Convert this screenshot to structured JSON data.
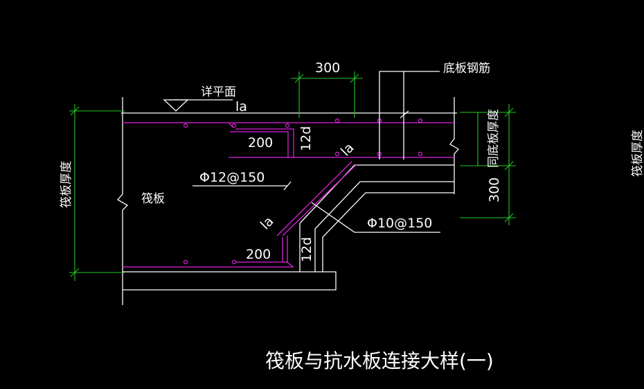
{
  "drawing": {
    "title": "筏板与抗水板连接大样(一)",
    "labels": {
      "dim_300_top": "300",
      "dim_300_right": "300",
      "bottom_plate_rebar": "底板钢筋",
      "see_plan": "详平面",
      "la_top": "la",
      "la_diag": "la",
      "la_mid": "la",
      "dim_200_top": "200",
      "dim_200_bottom": "200",
      "dim_12d_top": "12d",
      "dim_12d_bottom": "12d",
      "rebar_12": "Φ12@150",
      "rebar_10": "Φ10@150",
      "raft_plate": "筏板",
      "raft_thickness": "筏板厚度",
      "bottom_plate_thickness": "同底板厚度",
      "edge_note": "筏板厚度"
    },
    "colors": {
      "background": "#000000",
      "outline": "#ffffff",
      "dimension": "#22cc22",
      "rebar": "#dd22dd"
    }
  }
}
